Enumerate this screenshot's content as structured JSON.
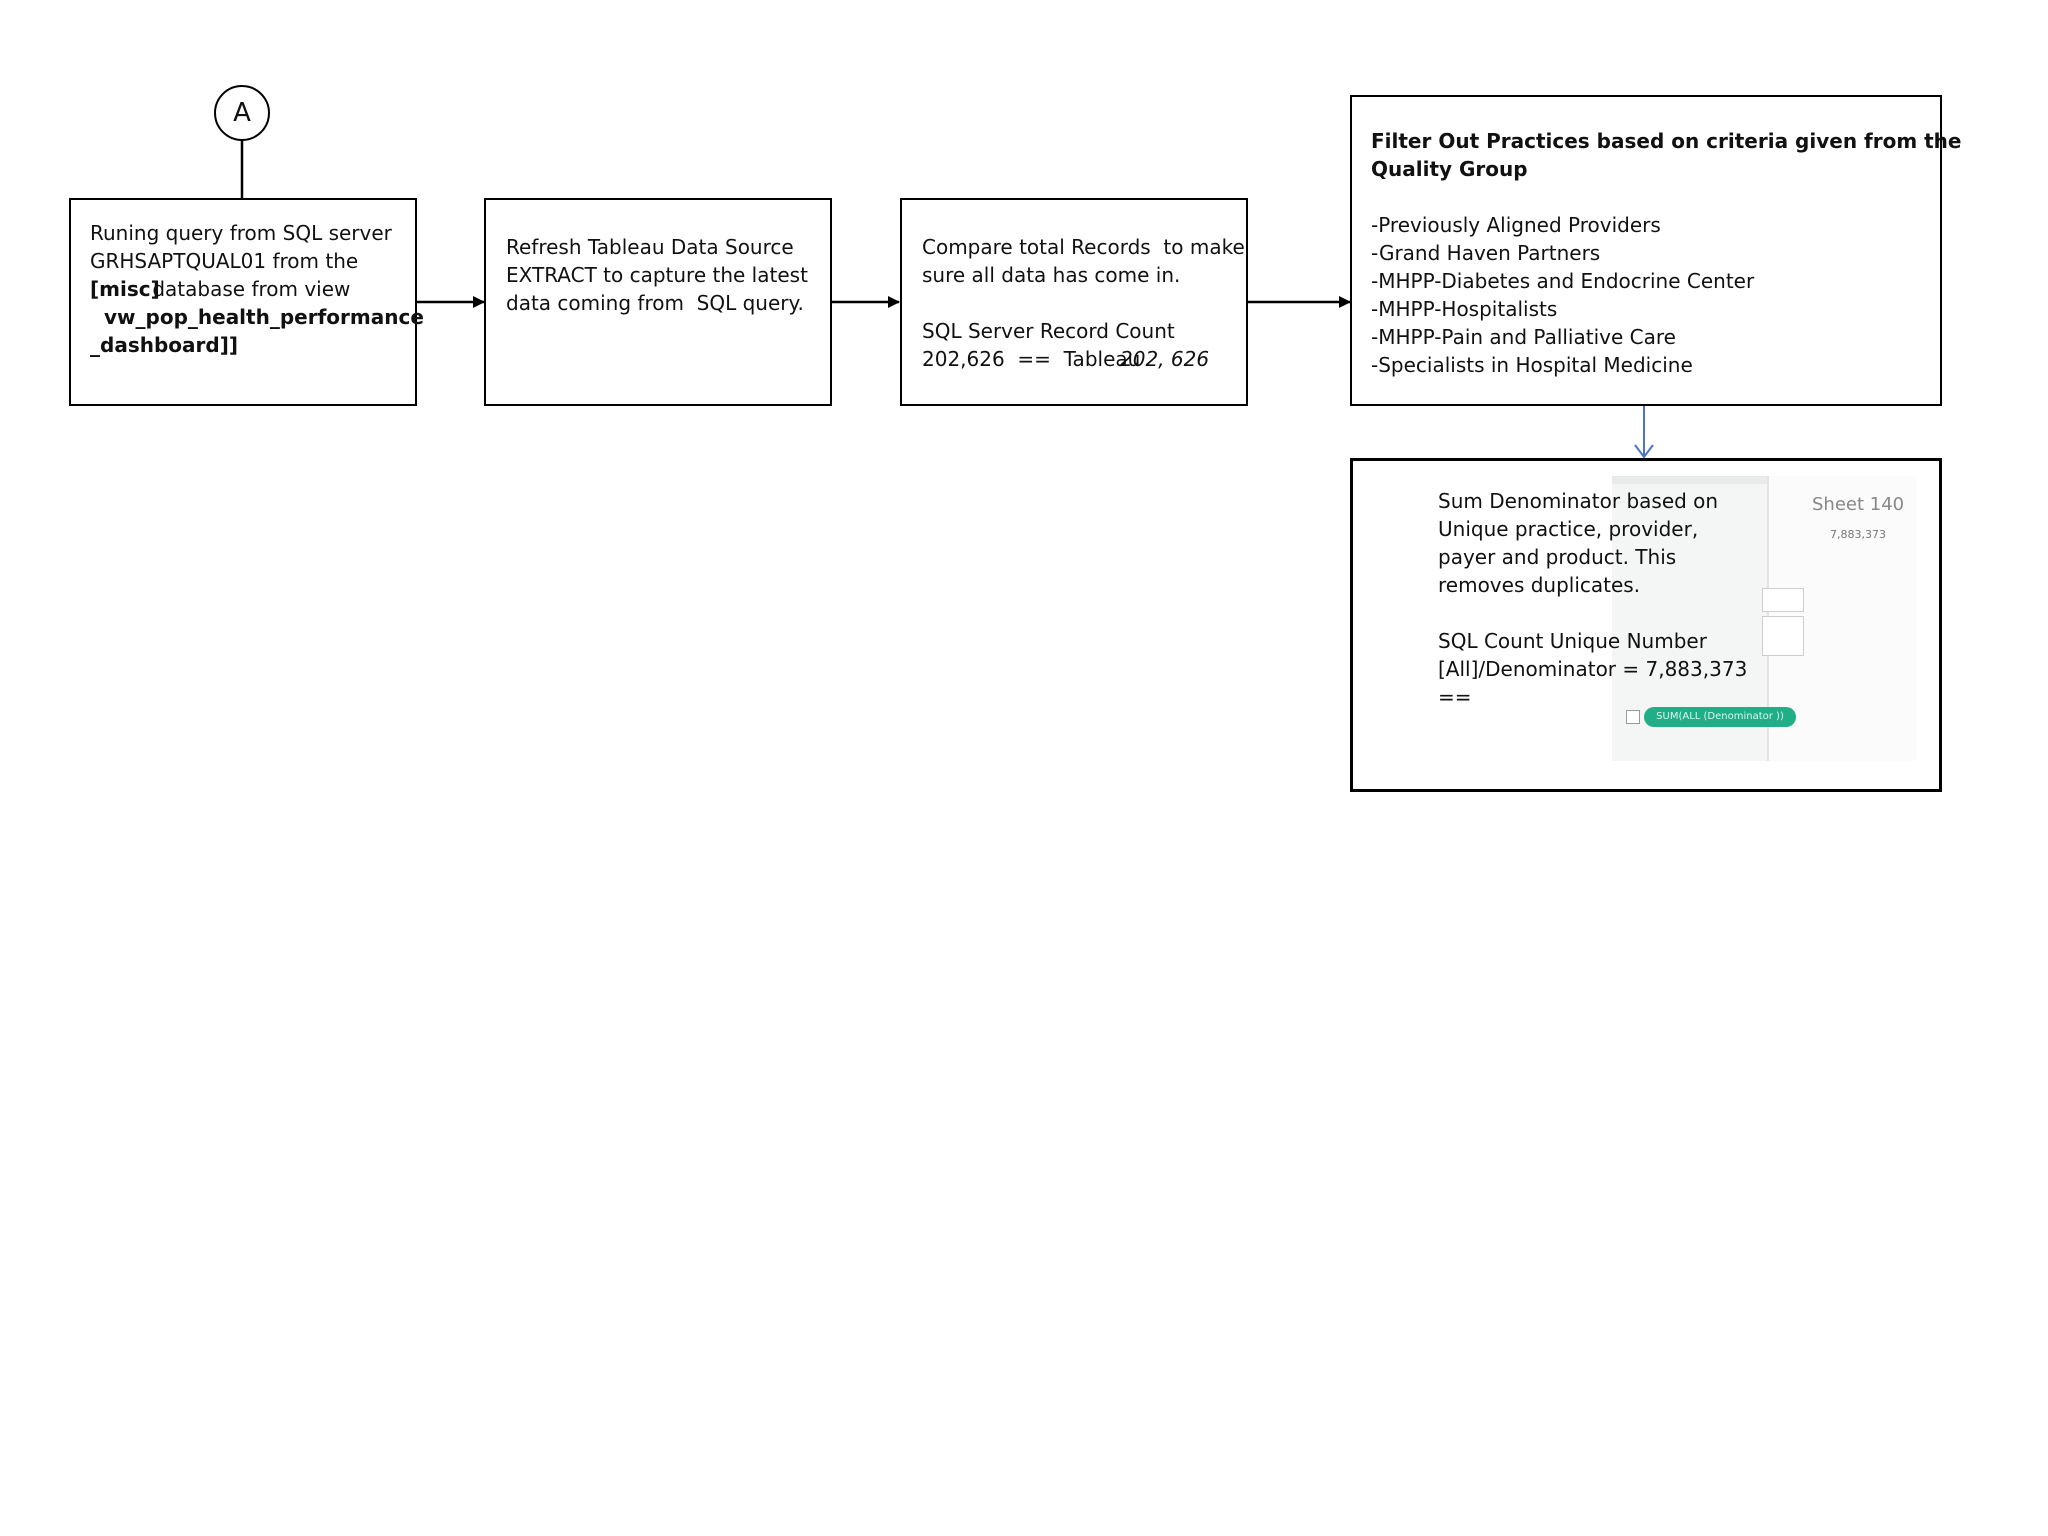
{
  "connector": {
    "label": "A"
  },
  "step1": {
    "lines": [
      "Runing query from SQL server",
      "GRHSAPTQUAL01 from the",
      "[misc]",
      " database from view",
      "vw_pop_health_performance",
      "_dashboard]]"
    ]
  },
  "step2": {
    "lines": [
      "Refresh Tableau Data Source",
      "EXTRACT to capture the latest",
      "data coming from  SQL query."
    ]
  },
  "step3": {
    "lines": [
      "Compare total Records  to make",
      "sure all data has come in.",
      "SQL Server Record Count",
      "202,626  ==  Tableau ",
      "202, 626"
    ]
  },
  "step4": {
    "title_lines": [
      "Filter Out Practices based on criteria given from the",
      "Quality Group"
    ],
    "items": [
      "-Previously Aligned Providers",
      "-Grand Haven Partners",
      "-MHPP-Diabetes and Endocrine Center",
      "-MHPP-Hospitalists",
      "-MHPP-Pain and Palliative Care",
      "-Specialists in Hospital Medicine"
    ]
  },
  "step5": {
    "lines": [
      "Sum Denominator based on",
      "Unique practice, provider,",
      "payer and product. This",
      "removes duplicates.",
      "SQL Count Unique Number",
      "[All]/Denominator = 7,883,373",
      "=="
    ],
    "snippet": {
      "sheet_title": "Sheet 140",
      "sheet_value": "7,883,373",
      "pill_label": "SUM(ALL (Denominator ))"
    }
  },
  "colors": {
    "stroke": "#000000",
    "down_arrow": "#4a74c5",
    "pill": "#1fae86"
  }
}
